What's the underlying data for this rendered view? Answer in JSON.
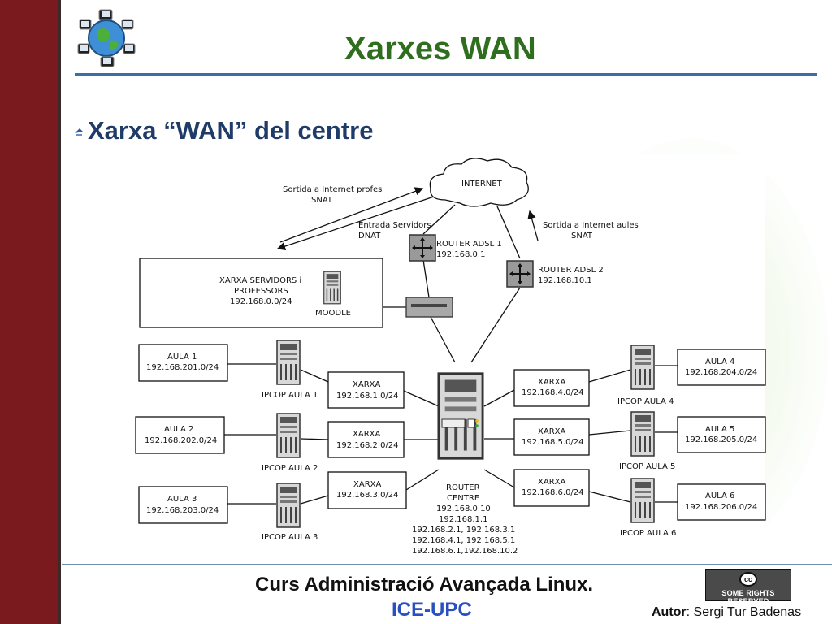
{
  "slide": {
    "title": "Xarxes WAN",
    "bullet": "Xarxa “WAN” del centre"
  },
  "diagram": {
    "internet": "INTERNET",
    "arrows": {
      "profes_line1": "Sortida a Internet profes",
      "profes_line2": "SNAT",
      "servers_line1": "Entrada Servidors",
      "servers_line2": "DNAT",
      "aules_line1": "Sortida a Internet aules",
      "aules_line2": "SNAT"
    },
    "router_adsl1": {
      "name": "ROUTER ADSL 1",
      "ip": "192.168.0.1"
    },
    "router_adsl2": {
      "name": "ROUTER ADSL 2",
      "ip": "192.168.10.1"
    },
    "servers_net": {
      "line1": "XARXA SERVIDORS i",
      "line2": "PROFESSORS",
      "line3": "192.168.0.0/24"
    },
    "moodle": "MOODLE",
    "aules": [
      {
        "name": "AULA 1",
        "net": "192.168.201.0/24"
      },
      {
        "name": "AULA 2",
        "net": "192.168.202.0/24"
      },
      {
        "name": "AULA 3",
        "net": "192.168.203.0/24"
      },
      {
        "name": "AULA 4",
        "net": "192.168.204.0/24"
      },
      {
        "name": "AULA 5",
        "net": "192.168.205.0/24"
      },
      {
        "name": "AULA 6",
        "net": "192.168.206.0/24"
      }
    ],
    "ipcops": [
      "IPCOP AULA 1",
      "IPCOP AULA 2",
      "IPCOP AULA 3",
      "IPCOP AULA 4",
      "IPCOP AULA 5",
      "IPCOP AULA 6"
    ],
    "xarxes": [
      {
        "label": "XARXA",
        "net": "192.168.1.0/24"
      },
      {
        "label": "XARXA",
        "net": "192.168.2.0/24"
      },
      {
        "label": "XARXA",
        "net": "192.168.3.0/24"
      },
      {
        "label": "XARXA",
        "net": "192.168.4.0/24"
      },
      {
        "label": "XARXA",
        "net": "192.168.5.0/24"
      },
      {
        "label": "XARXA",
        "net": "192.168.6.0/24"
      }
    ],
    "router_centre": {
      "line1": "ROUTER",
      "line2": "CENTRE",
      "line3": "192.168.0.10",
      "line4": "192.168.1.1",
      "line5": "192.168.2.1, 192.168.3.1",
      "line6": "192.168.4.1, 192.168.5.1",
      "line7": "192.168.6.1,192.168.10.2"
    }
  },
  "footer": {
    "course": "Curs Administració Avançada Linux.",
    "org": "ICE-UPC",
    "license": "SOME RIGHTS RESERVED",
    "license_mark": "cc",
    "author_label": "Autor",
    "author_name": ": Sergi Tur Badenas"
  },
  "colors": {
    "left_bar": "#7a1a1e",
    "title": "#2f6e1e",
    "bullet": "#1f3b68",
    "org": "#2a4fc0"
  }
}
